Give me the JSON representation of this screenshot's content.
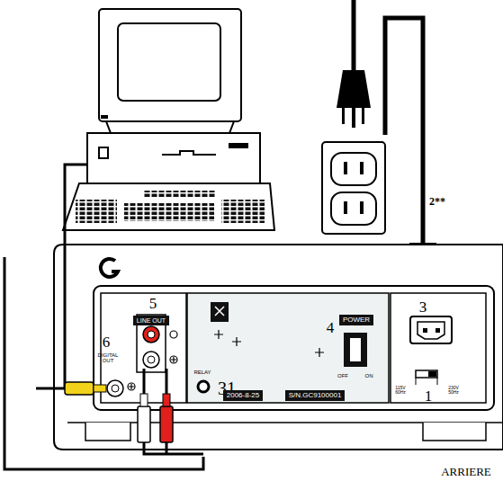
{
  "diagram": {
    "nodes": [
      {
        "text": [
          "LINE OUT"
        ]
      },
      {
        "text": [
          "POWER"
        ]
      },
      {
        "text": [
          "2006-8-25"
        ]
      },
      {
        "text": [
          "S/N.GC9100001"
        ]
      }
    ],
    "labels": [
      "2**",
      "6",
      "DIGITAL OUT",
      "5",
      "4",
      "OFF",
      "ON",
      "RELAY",
      "31",
      "3",
      "115V 60Hz",
      "230V 50Hz",
      "1",
      "ARRIERE"
    ]
  }
}
